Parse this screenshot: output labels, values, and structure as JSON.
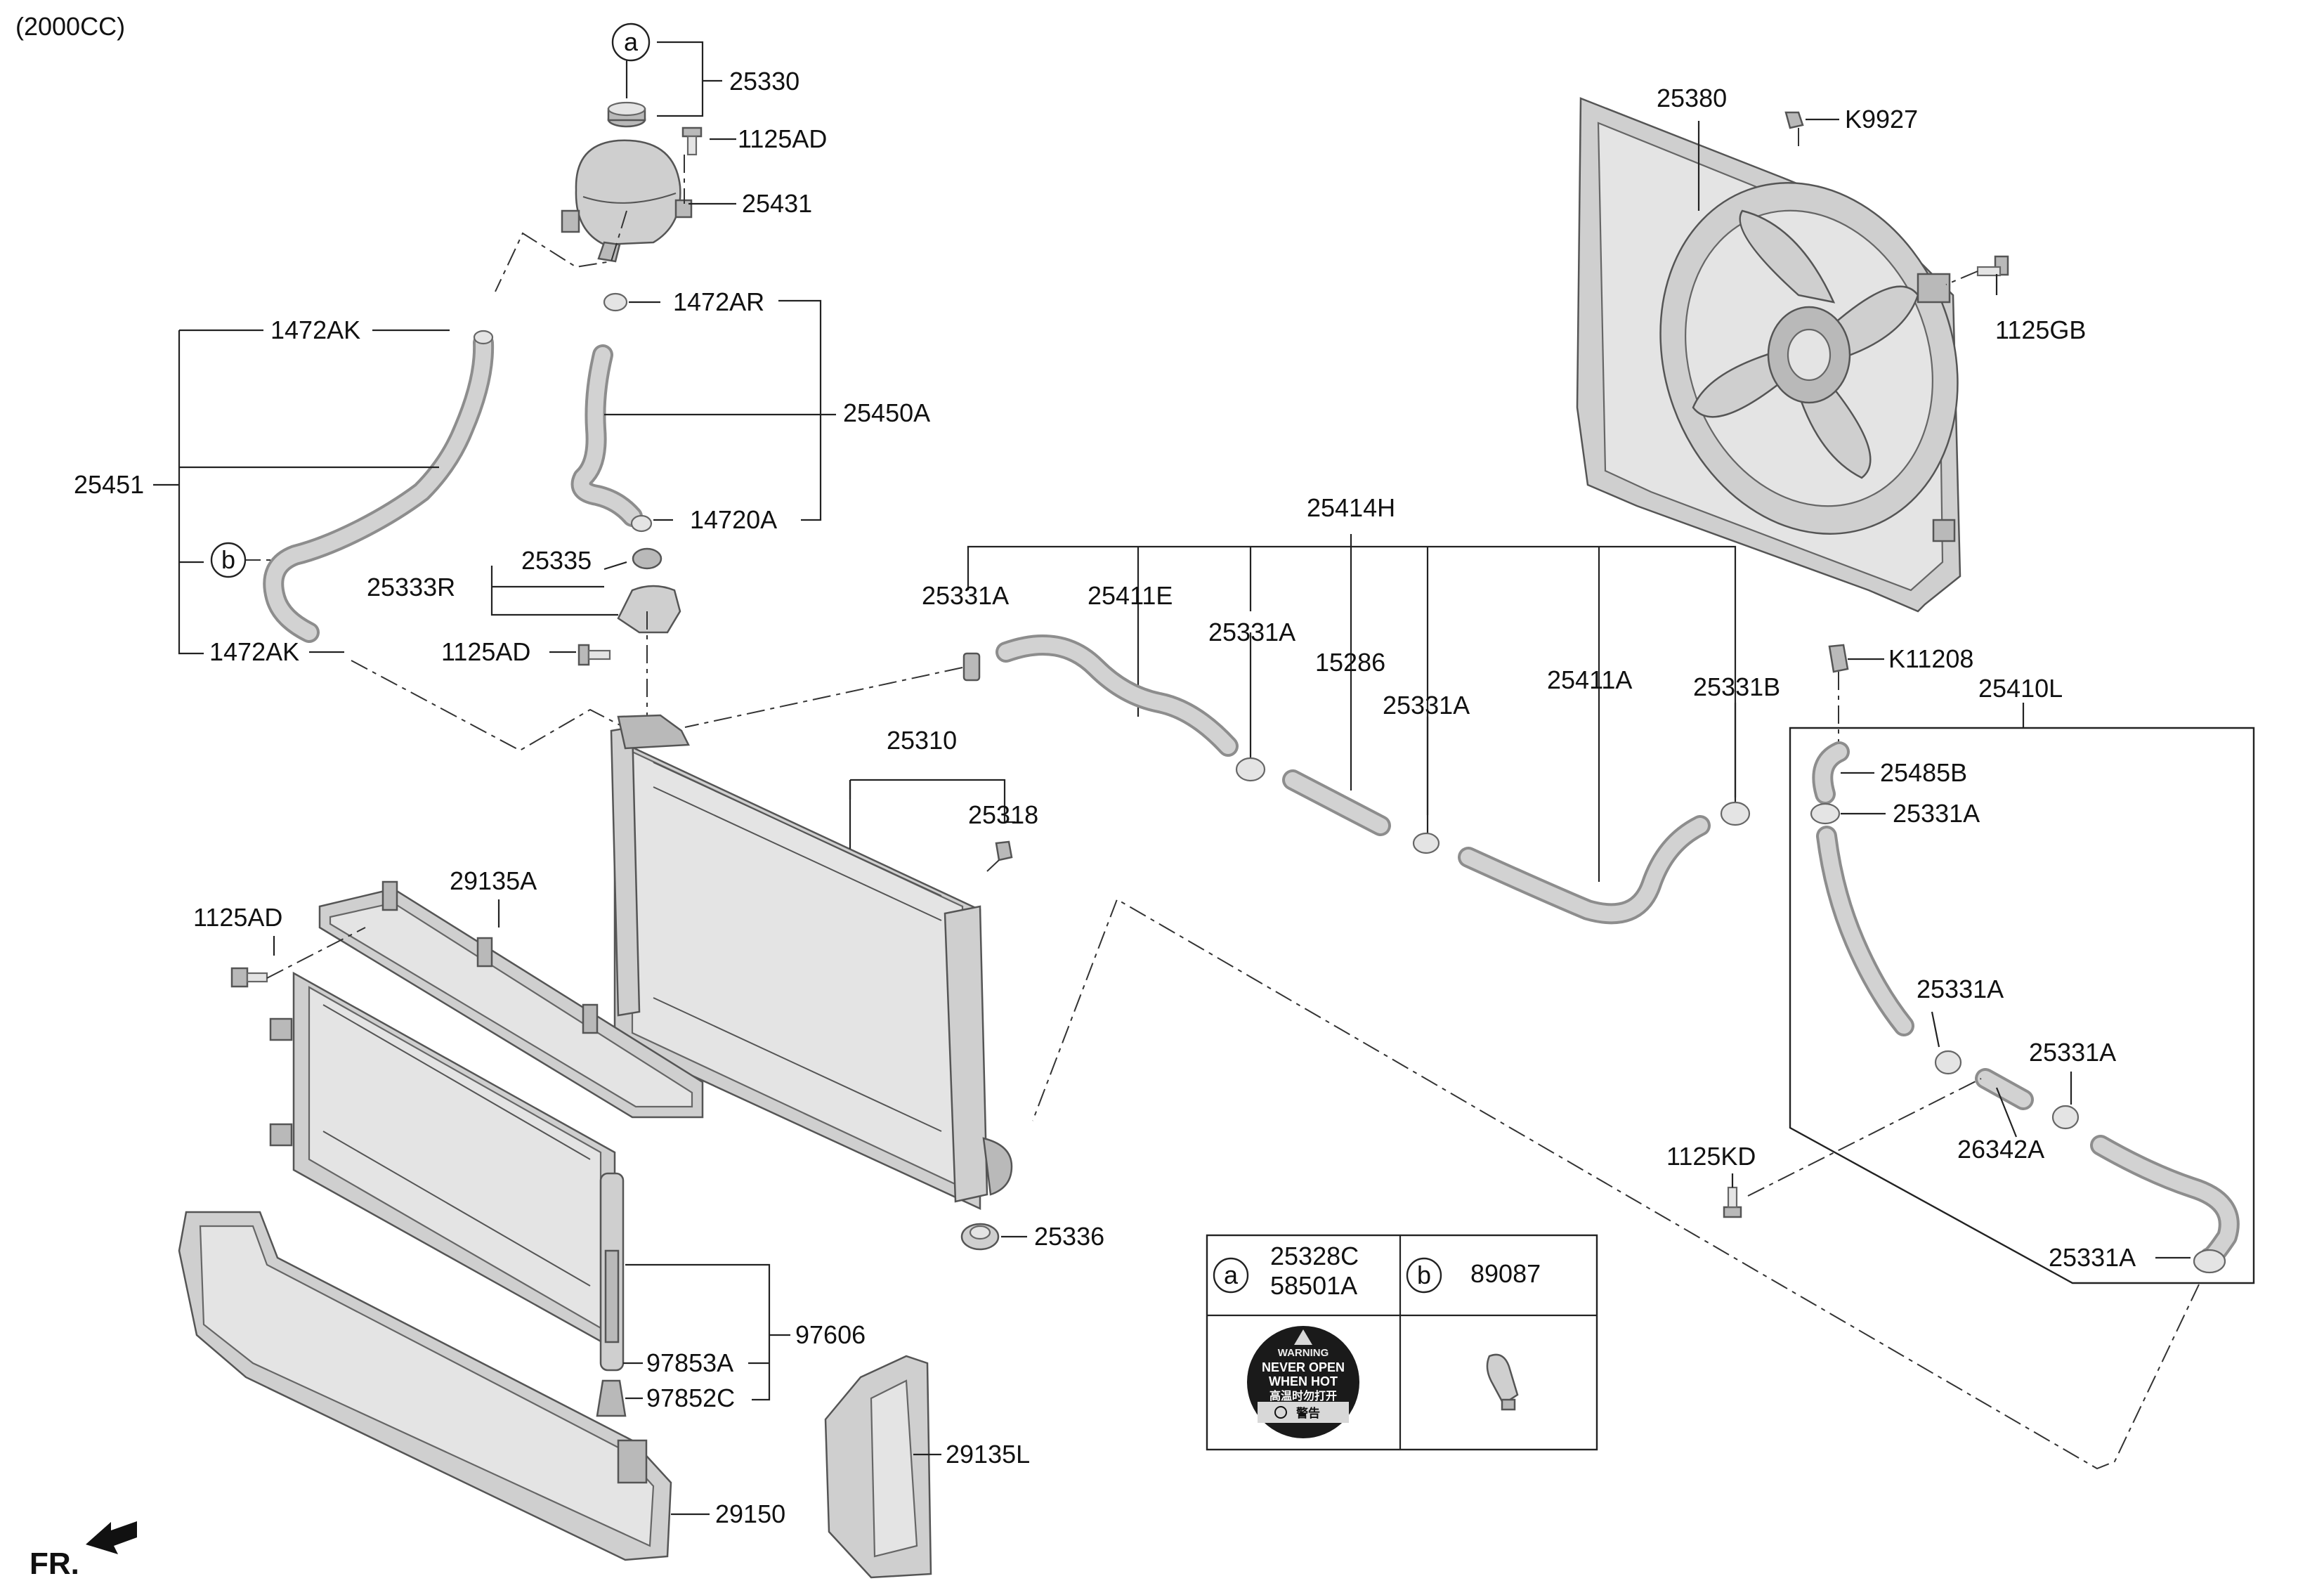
{
  "header": {
    "engine_label": "(2000CC)"
  },
  "footer": {
    "front_label": "FR."
  },
  "callouts": {
    "p25330": "25330",
    "p1125AD_top": "1125AD",
    "p25431": "25431",
    "p1472AR": "1472AR",
    "p25450A": "25450A",
    "p14720A": "14720A",
    "p1472AK_top": "1472AK",
    "p25451": "25451",
    "p1472AK_bot": "1472AK",
    "p25335": "25335",
    "p25333R": "25333R",
    "p1125AD_mid": "1125AD",
    "p25380": "25380",
    "pK9927": "K9927",
    "p1125GB": "1125GB",
    "p25414H": "25414H",
    "p25331A_1": "25331A",
    "p25411E": "25411E",
    "p25331A_2": "25331A",
    "p15286": "15286",
    "p25331A_3": "25331A",
    "p25411A": "25411A",
    "p25331B": "25331B",
    "pK11208": "K11208",
    "p25410L": "25410L",
    "p25485B": "25485B",
    "p25331A_4": "25331A",
    "p25331A_5": "25331A",
    "p25331A_6": "25331A",
    "p26342A": "26342A",
    "p1125KD": "1125KD",
    "p25331A_7": "25331A",
    "p25310": "25310",
    "p25318": "25318",
    "p1125AD_low": "1125AD",
    "p29135A": "29135A",
    "p25336": "25336",
    "p97606": "97606",
    "p97853A": "97853A",
    "p97852C": "97852C",
    "p29135L": "29135L",
    "p29150": "29150"
  },
  "markers": {
    "a": "a",
    "b": "b"
  },
  "legend": {
    "col_a_marker": "a",
    "col_a_part1": "25328C",
    "col_a_part2": "58501A",
    "col_b_marker": "b",
    "col_b_part": "89087",
    "warning_title": "WARNING",
    "warning_line1": "NEVER OPEN",
    "warning_line2": "WHEN HOT",
    "warning_line3": "高温时勿打开",
    "warning_footer": "警告"
  }
}
